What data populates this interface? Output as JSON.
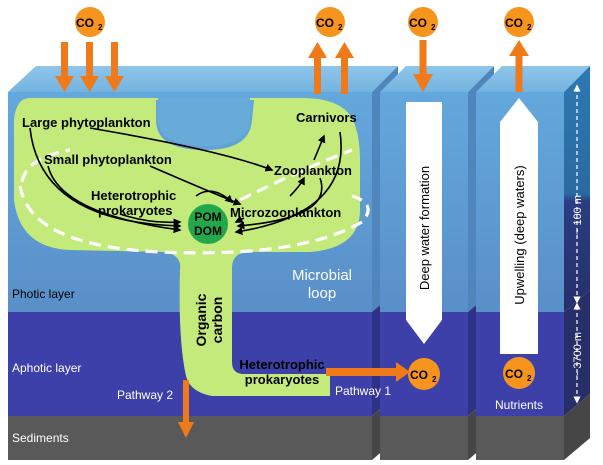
{
  "co2_label": "CO",
  "co2_subscript": "2",
  "layers": {
    "photic": "Photic layer",
    "aphotic": "Aphotic layer",
    "sediments": "Sediments"
  },
  "food_web": {
    "large_phytoplankton": "Large phytoplankton",
    "small_phytoplankton": "Small phytoplankton",
    "carnivors": "Carnivors",
    "zooplankton": "Zooplankton",
    "heterotrophic_prokaryotes_line1": "Heterotrophic",
    "heterotrophic_prokaryotes_line2": "prokaryotes",
    "microzooplankton": "Microzooplankton",
    "pom": "POM",
    "dom": "DOM"
  },
  "microbial_loop_line1": "Microbial",
  "microbial_loop_line2": "loop",
  "organic_carbon_line1": "Organic",
  "organic_carbon_line2": "carbon",
  "deep_heterotrophic_line1": "Heterotrophic",
  "deep_heterotrophic_line2": "prokaryotes",
  "pathway1": "Pathway 1",
  "pathway2": "Pathway 2",
  "deep_water_formation": "Deep water formation",
  "upwelling": "Upwelling (deep waters)",
  "nutrients": "Nutrients",
  "depth_100": "~ 100 m",
  "depth_3700": "~ 3700 m",
  "colors": {
    "photic_water": "#5b9bd0",
    "aphotic_water": "#3b3fa8",
    "sediment": "#5a5a5a",
    "food_web_fill": "#c4ea7c",
    "co2_circle": "#f7941d",
    "pom_circle": "#22a84a",
    "depth_bar_top": "#2a6ea6",
    "depth_bar_bottom": "#2c3370"
  }
}
